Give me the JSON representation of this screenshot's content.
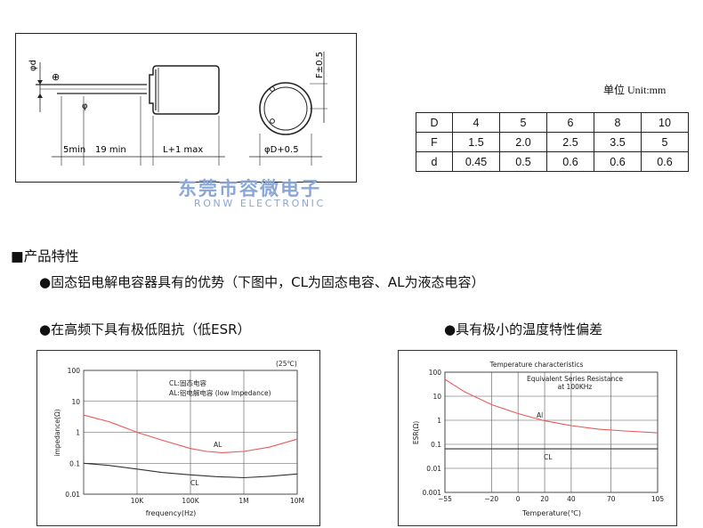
{
  "drawing": {
    "phi_d": "φd",
    "phi_small": "φ",
    "plus": "⊕",
    "dim_5min": "5min",
    "dim_19min": "19 min",
    "dim_L": "L+1 max",
    "dim_D": "φD+0.5",
    "dim_F": "F±0.5"
  },
  "unit_label": "单位 Unit:mm",
  "dim_table": {
    "rows": [
      {
        "label": "D",
        "values": [
          "4",
          "5",
          "6",
          "8",
          "10"
        ]
      },
      {
        "label": "F",
        "values": [
          "1.5",
          "2.0",
          "2.5",
          "3.5",
          "5"
        ]
      },
      {
        "label": "d",
        "values": [
          "0.45",
          "0.5",
          "0.6",
          "0.6",
          "0.6"
        ]
      }
    ]
  },
  "watermark": {
    "cn": "东莞市容微电子",
    "en": "RONW ELECTRONIC"
  },
  "section_title": "■产品特性",
  "bullets": {
    "b1": "●固态铝电解电容器具有的优势（下图中，CL为固态电容、AL为液态电容）",
    "b2": "●在高频下具有极低阻抗（低ESR）",
    "b3": "●具有极小的温度特性偏差"
  },
  "chart_data": [
    {
      "type": "line",
      "title": "",
      "annotation_temp": "(25℃)",
      "legend": [
        "CL:固态电容",
        "AL:铝电解电容 (low Impedance)"
      ],
      "xlabel": "frequency(Hz)",
      "ylabel": "impedance(Ω)",
      "xscale": "log",
      "yscale": "log",
      "xlim": [
        1000,
        10000000
      ],
      "ylim": [
        0.01,
        100
      ],
      "x_ticks": [
        {
          "v": 10000,
          "label": "10K"
        },
        {
          "v": 100000,
          "label": "100K"
        },
        {
          "v": 1000000,
          "label": "1M"
        },
        {
          "v": 10000000,
          "label": "10M"
        }
      ],
      "y_ticks": [
        {
          "v": 100,
          "label": "100"
        },
        {
          "v": 10,
          "label": "10"
        },
        {
          "v": 1,
          "label": "1"
        },
        {
          "v": 0.1,
          "label": "0.1"
        },
        {
          "v": 0.01,
          "label": "0.01"
        }
      ],
      "series": [
        {
          "name": "AL",
          "color": "#e8595a",
          "x": [
            1000,
            3000,
            10000,
            30000,
            100000,
            200000,
            400000,
            1000000,
            3000000,
            10000000
          ],
          "y": [
            3.6,
            2.2,
            1.0,
            0.55,
            0.3,
            0.24,
            0.22,
            0.24,
            0.33,
            0.6
          ]
        },
        {
          "name": "CL",
          "color": "#333333",
          "x": [
            1000,
            3000,
            10000,
            30000,
            100000,
            300000,
            1000000,
            3000000,
            10000000
          ],
          "y": [
            0.1,
            0.085,
            0.065,
            0.05,
            0.042,
            0.037,
            0.034,
            0.038,
            0.045
          ]
        }
      ]
    },
    {
      "type": "line",
      "title": "Temperature characteristics",
      "legend_title": [
        "Equivalent Series Resistance",
        "at 100KHz"
      ],
      "xlabel": "Temperature(℃)",
      "ylabel": "ESR(Ω)",
      "yscale": "log",
      "xlim": [
        -55,
        105
      ],
      "ylim": [
        0.001,
        100
      ],
      "x_ticks": [
        {
          "v": -55,
          "label": "−55"
        },
        {
          "v": -20,
          "label": "−20"
        },
        {
          "v": 0,
          "label": "0"
        },
        {
          "v": 20,
          "label": "20"
        },
        {
          "v": 40,
          "label": "40"
        },
        {
          "v": 70,
          "label": "70"
        },
        {
          "v": 105,
          "label": "105"
        }
      ],
      "y_ticks": [
        {
          "v": 100,
          "label": "100"
        },
        {
          "v": 10,
          "label": "10"
        },
        {
          "v": 1,
          "label": "1"
        },
        {
          "v": 0.1,
          "label": "0.1"
        },
        {
          "v": 0.01,
          "label": "0.01"
        },
        {
          "v": 0.001,
          "label": "0.001"
        }
      ],
      "series": [
        {
          "name": "Al",
          "color": "#e8595a",
          "x": [
            -55,
            -40,
            -20,
            0,
            20,
            40,
            60,
            80,
            105
          ],
          "y": [
            50,
            15,
            4.5,
            1.9,
            0.95,
            0.6,
            0.43,
            0.36,
            0.3
          ]
        },
        {
          "name": "CL",
          "color": "#333333",
          "x": [
            -55,
            105
          ],
          "y": [
            0.065,
            0.065
          ]
        }
      ]
    }
  ]
}
